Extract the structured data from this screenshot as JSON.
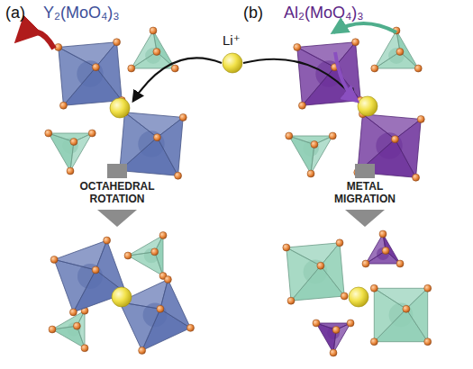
{
  "diagram": {
    "labels": [
      "(a)",
      "Y₂(MoO₄)₃",
      "Li⁺",
      "(b)",
      "Al₂(MoO₄)₃",
      "OCTAHEDRAL ROTATION",
      "METAL MIGRATION"
    ]
  }
}
